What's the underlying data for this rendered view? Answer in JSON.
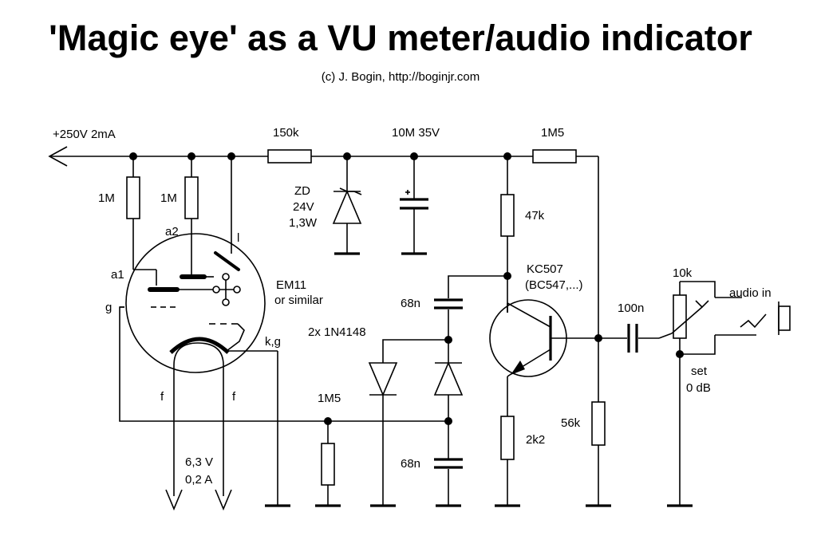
{
  "header": {
    "title": "'Magic eye' as a VU meter/audio indicator",
    "subtitle": "(c) J. Bogin, http://boginjr.com"
  },
  "labels": {
    "supply": "+250V 2mA",
    "r_150k": "150k",
    "c_10m": "10M 35V",
    "r_1m5_top": "1M5",
    "r_1m_a1": "1M",
    "r_1m_a2": "1M",
    "pin_a2": "a2",
    "pin_l": "l",
    "pin_a1": "a1",
    "pin_g": "g",
    "pin_kg": "k,g",
    "pin_f1": "f",
    "pin_f2": "f",
    "zd_1": "ZD",
    "zd_2": "24V",
    "zd_3": "1,3W",
    "tube_1": "EM11",
    "tube_2": "or similar",
    "heater_v": "6,3 V",
    "heater_a": "0,2 A",
    "r_47k": "47k",
    "tr_1": "KC507",
    "tr_2": "(BC547,...)",
    "c_68n_top": "68n",
    "diodes": "2x 1N4148",
    "r_1m5_bot": "1M5",
    "c_68n_bot": "68n",
    "r_2k2": "2k2",
    "r_56k": "56k",
    "c_100n": "100n",
    "pot_10k": "10k",
    "audio_in": "audio in",
    "set_1": "set",
    "set_2": "0 dB"
  }
}
